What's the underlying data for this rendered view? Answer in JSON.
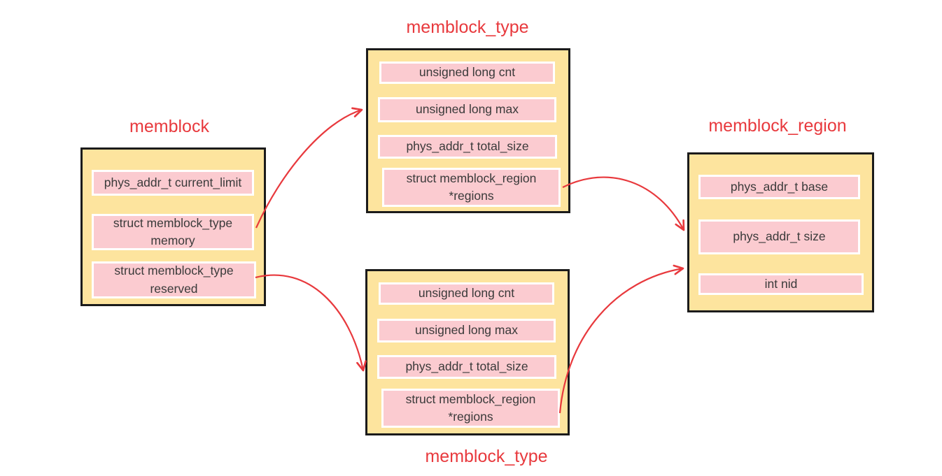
{
  "diagram": {
    "description": "Linux kernel memblock data-structure diagram",
    "colors": {
      "box_fill": "#fde49e",
      "field_fill": "#fbcbd0",
      "field_border": "#ffffff",
      "box_border": "#1b1b1b",
      "accent_red": "#e8393d",
      "field_text": "#3a3a3a",
      "background": "#ffffff"
    },
    "boxes": [
      {
        "id": "memblock",
        "title": "memblock",
        "title_position": "above",
        "fields": [
          "phys_addr_t current_limit",
          "struct memblock_type memory",
          "struct memblock_type reserved"
        ]
      },
      {
        "id": "memblock_type_top",
        "title": "memblock_type",
        "title_position": "above",
        "fields": [
          "unsigned long cnt",
          "unsigned long max",
          "phys_addr_t total_size",
          "struct memblock_region *regions"
        ]
      },
      {
        "id": "memblock_type_bottom",
        "title": "memblock_type",
        "title_position": "below",
        "fields": [
          "unsigned long cnt",
          "unsigned long max",
          "phys_addr_t total_size",
          "struct memblock_region *regions"
        ]
      },
      {
        "id": "memblock_region",
        "title": "memblock_region",
        "title_position": "above",
        "fields": [
          "phys_addr_t base",
          "phys_addr_t size",
          "int nid"
        ]
      }
    ],
    "arrows": [
      {
        "from": "memblock.memory",
        "to": "memblock_type_top"
      },
      {
        "from": "memblock.reserved",
        "to": "memblock_type_bottom"
      },
      {
        "from": "memblock_type_top.regions",
        "to": "memblock_region"
      },
      {
        "from": "memblock_type_bottom.regions",
        "to": "memblock_region"
      }
    ]
  }
}
